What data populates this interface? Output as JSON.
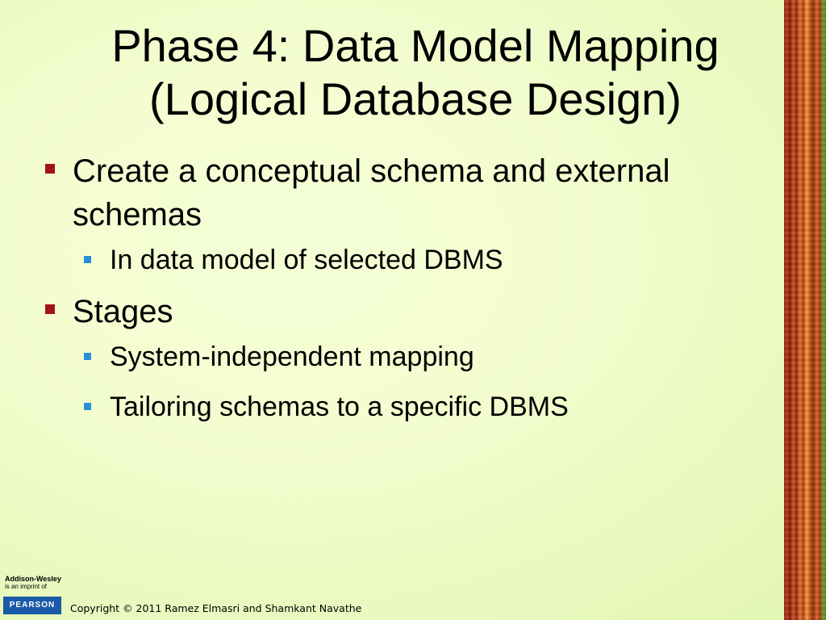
{
  "slide": {
    "title_line1": "Phase 4: Data Model Mapping",
    "title_line2": "(Logical Database Design)",
    "bullets": [
      {
        "text_line1": "Create a conceptual schema and external",
        "text_line2": "schemas",
        "sub": [
          "In data model of selected DBMS"
        ]
      },
      {
        "text": "Stages",
        "sub": [
          "System-independent mapping",
          "Tailoring schemas to a specific DBMS"
        ]
      }
    ],
    "bullet_color_level1": "#a0141e",
    "bullet_color_level2": "#2a8fd8"
  },
  "footer": {
    "publisher": "Addison-Wesley",
    "imprint": "is an imprint of",
    "pearson": "PEARSON",
    "copyright": "Copyright © 2011 Ramez Elmasri and Shamkant Navathe"
  }
}
